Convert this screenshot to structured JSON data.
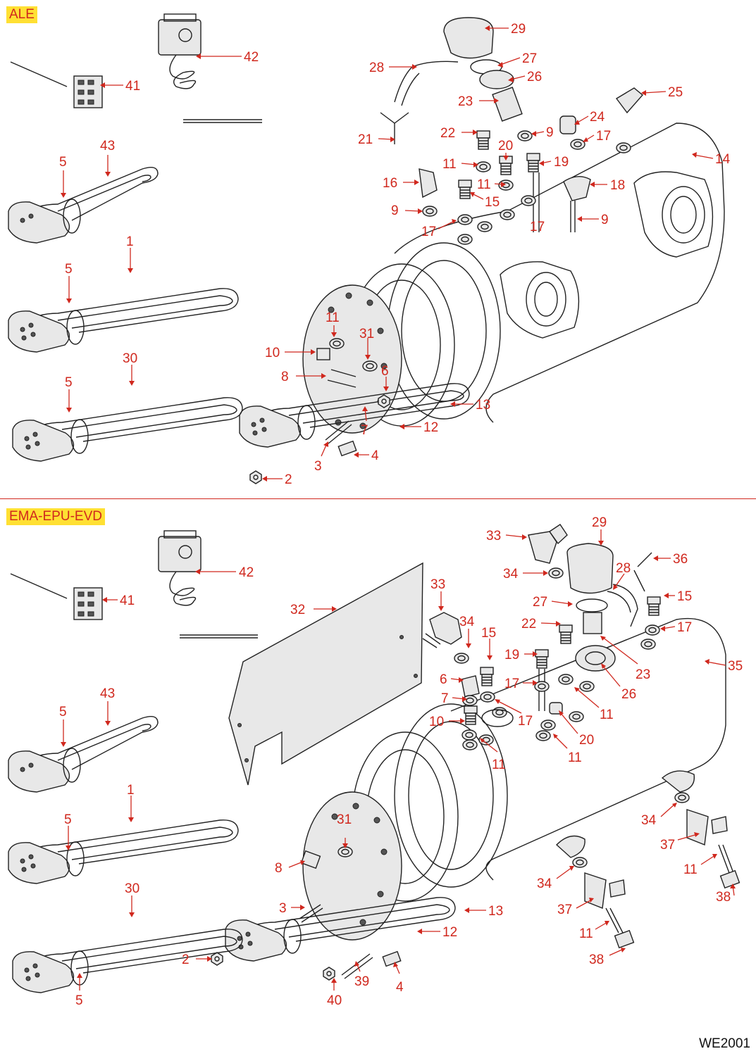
{
  "sections": [
    {
      "tag": "ALE",
      "labels": [
        "29",
        "42",
        "28",
        "27",
        "26",
        "41",
        "23",
        "25",
        "24",
        "9",
        "22",
        "17",
        "21",
        "43",
        "20",
        "14",
        "11",
        "19",
        "5",
        "16",
        "11",
        "18",
        "15",
        "9",
        "9",
        "17",
        "17",
        "1",
        "5",
        "11",
        "31",
        "10",
        "6",
        "8",
        "30",
        "13",
        "5",
        "7",
        "12",
        "3",
        "4",
        "2"
      ]
    },
    {
      "tag": "EMA-EPU-EVD",
      "labels": [
        "33",
        "29",
        "42",
        "36",
        "28",
        "34",
        "15",
        "41",
        "33",
        "27",
        "32",
        "22",
        "34",
        "17",
        "15",
        "19",
        "23",
        "35",
        "6",
        "17",
        "26",
        "7",
        "11",
        "17",
        "10",
        "20",
        "11",
        "43",
        "5",
        "11",
        "1",
        "34",
        "5",
        "37",
        "31",
        "11",
        "8",
        "34",
        "30",
        "3",
        "13",
        "37",
        "38",
        "12",
        "11",
        "2",
        "38",
        "5",
        "40",
        "39",
        "4"
      ]
    }
  ],
  "drawing_code": "WE2001"
}
